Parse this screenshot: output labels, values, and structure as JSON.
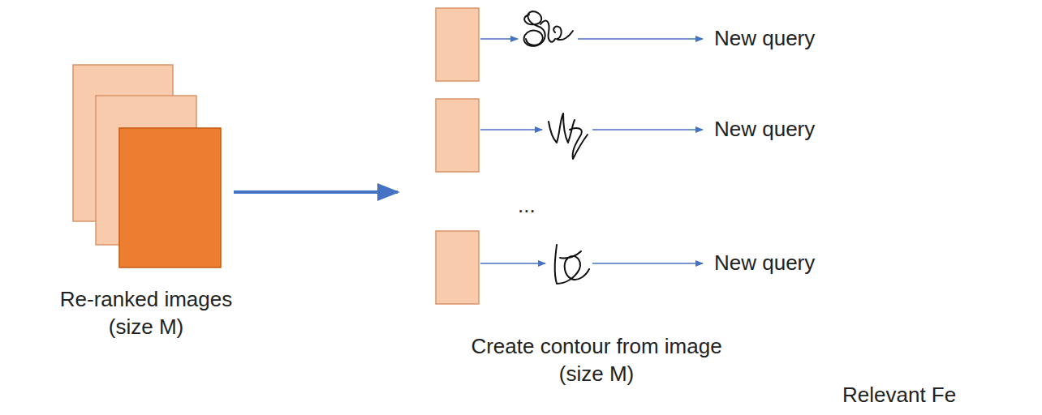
{
  "diagram": {
    "nodes": [
      {
        "text": [
          "Re-ranked images (size M)"
        ]
      }
    ],
    "labels": [
      "...",
      "Create contour from image (size M)",
      "New query",
      "New query",
      "New query",
      "Relevant Fe"
    ]
  }
}
